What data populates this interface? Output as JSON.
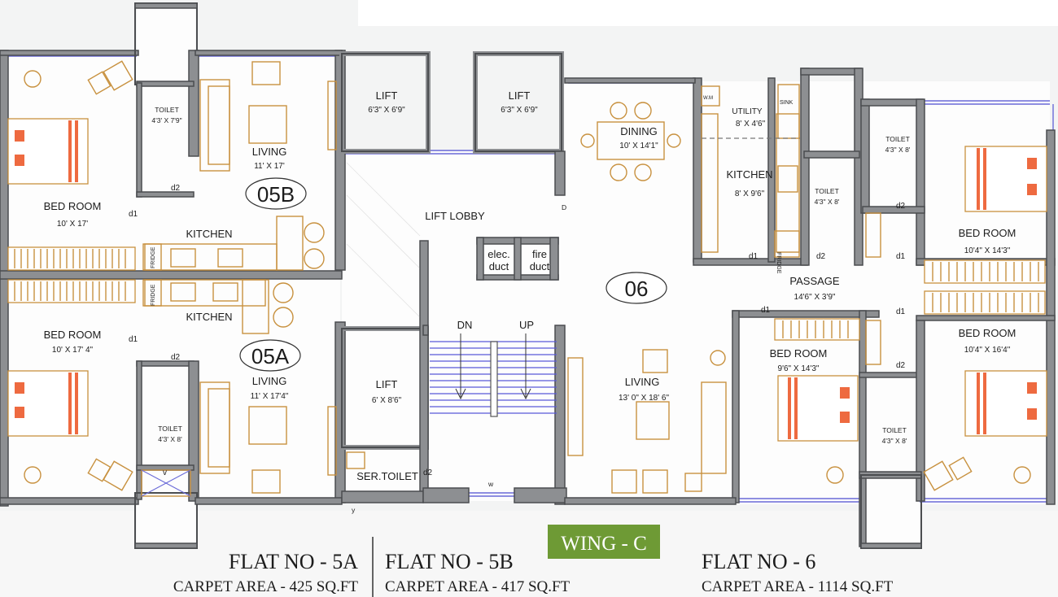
{
  "rooms": {
    "lift1": {
      "name": "LIFT",
      "size": "6'3\" X 6'9\""
    },
    "lift2": {
      "name": "LIFT",
      "size": "6'3\" X 6'9\""
    },
    "lift3": {
      "name": "LIFT",
      "size": "6' X 8'6\""
    },
    "lift_lobby": "LIFT LOBBY",
    "elec_duct": [
      "elec.",
      "duct"
    ],
    "fire_duct": [
      "fire",
      "duct"
    ],
    "ser_toilet": "SER.TOILET",
    "stair_dn": "DN",
    "stair_up": "UP",
    "toilet_5b": {
      "name": "TOILET",
      "size": "4'3' X 7'9\""
    },
    "toilet_5a": {
      "name": "TOILET",
      "size": "4'3' X 8'"
    },
    "living_5b": {
      "name": "LIVING",
      "size": "11' X 17'"
    },
    "living_5a": {
      "name": "LIVING",
      "size": "11' X 17'4\""
    },
    "kitchen_5b": "KITCHEN",
    "kitchen_5a": "KITCHEN",
    "bed_5b": {
      "name": "BED ROOM",
      "size": "10' X 17'"
    },
    "bed_5a": {
      "name": "BED ROOM",
      "size": "10' X 17' 4\""
    },
    "dining_6": {
      "name": "DINING",
      "size": "10' X 14'1\""
    },
    "utility_6": {
      "name": "UTILITY",
      "size": "8' X 4'6\""
    },
    "kitchen_6": {
      "name": "KITCHEN",
      "size": "8' X 9'6\""
    },
    "toilet_6a": {
      "name": "TOILET",
      "size": "4'3\" X 8'"
    },
    "toilet_6b": {
      "name": "TOILET",
      "size": "4'3\" X 8'"
    },
    "toilet_6c": {
      "name": "TOILET",
      "size": "4'3\" X 8'"
    },
    "bed_6a": {
      "name": "BED ROOM",
      "size": "10'4\" X 14'3\""
    },
    "bed_6b": {
      "name": "BED ROOM",
      "size": "10'4\" X 16'4\""
    },
    "bed_6c": {
      "name": "BED ROOM",
      "size": "9'6\" X 14'3\""
    },
    "passage_6": {
      "name": "PASSAGE",
      "size": "14'6\" X 3'9\""
    },
    "living_6": {
      "name": "LIVING",
      "size": "13' 0\" X 18' 6\""
    }
  },
  "flat_tags": {
    "f5b": "05B",
    "f5a": "05A",
    "f6": "06"
  },
  "door_marks": {
    "d1": "d1",
    "d2": "d2",
    "w": "w",
    "v": "v",
    "D": "D",
    "y": "y"
  },
  "fixture_labels": {
    "fridge": "FRIDGE",
    "sink": "SINK",
    "wash": "W.M"
  },
  "wing": {
    "label": "WING - C",
    "color": "#6e9a35"
  },
  "flats": [
    {
      "title": "FLAT NO - 5A",
      "area": "CARPET AREA - 425 SQ.FT"
    },
    {
      "title": "FLAT NO - 5B",
      "area": "CARPET AREA - 417 SQ.FT"
    },
    {
      "title": "FLAT NO - 6",
      "area": "CARPET AREA - 1114 SQ.FT"
    }
  ],
  "colors": {
    "wall": "#8d8f92",
    "furniture": "#c8913f",
    "window": "#6a6ad8",
    "bed_accent": "#ee6a40"
  }
}
